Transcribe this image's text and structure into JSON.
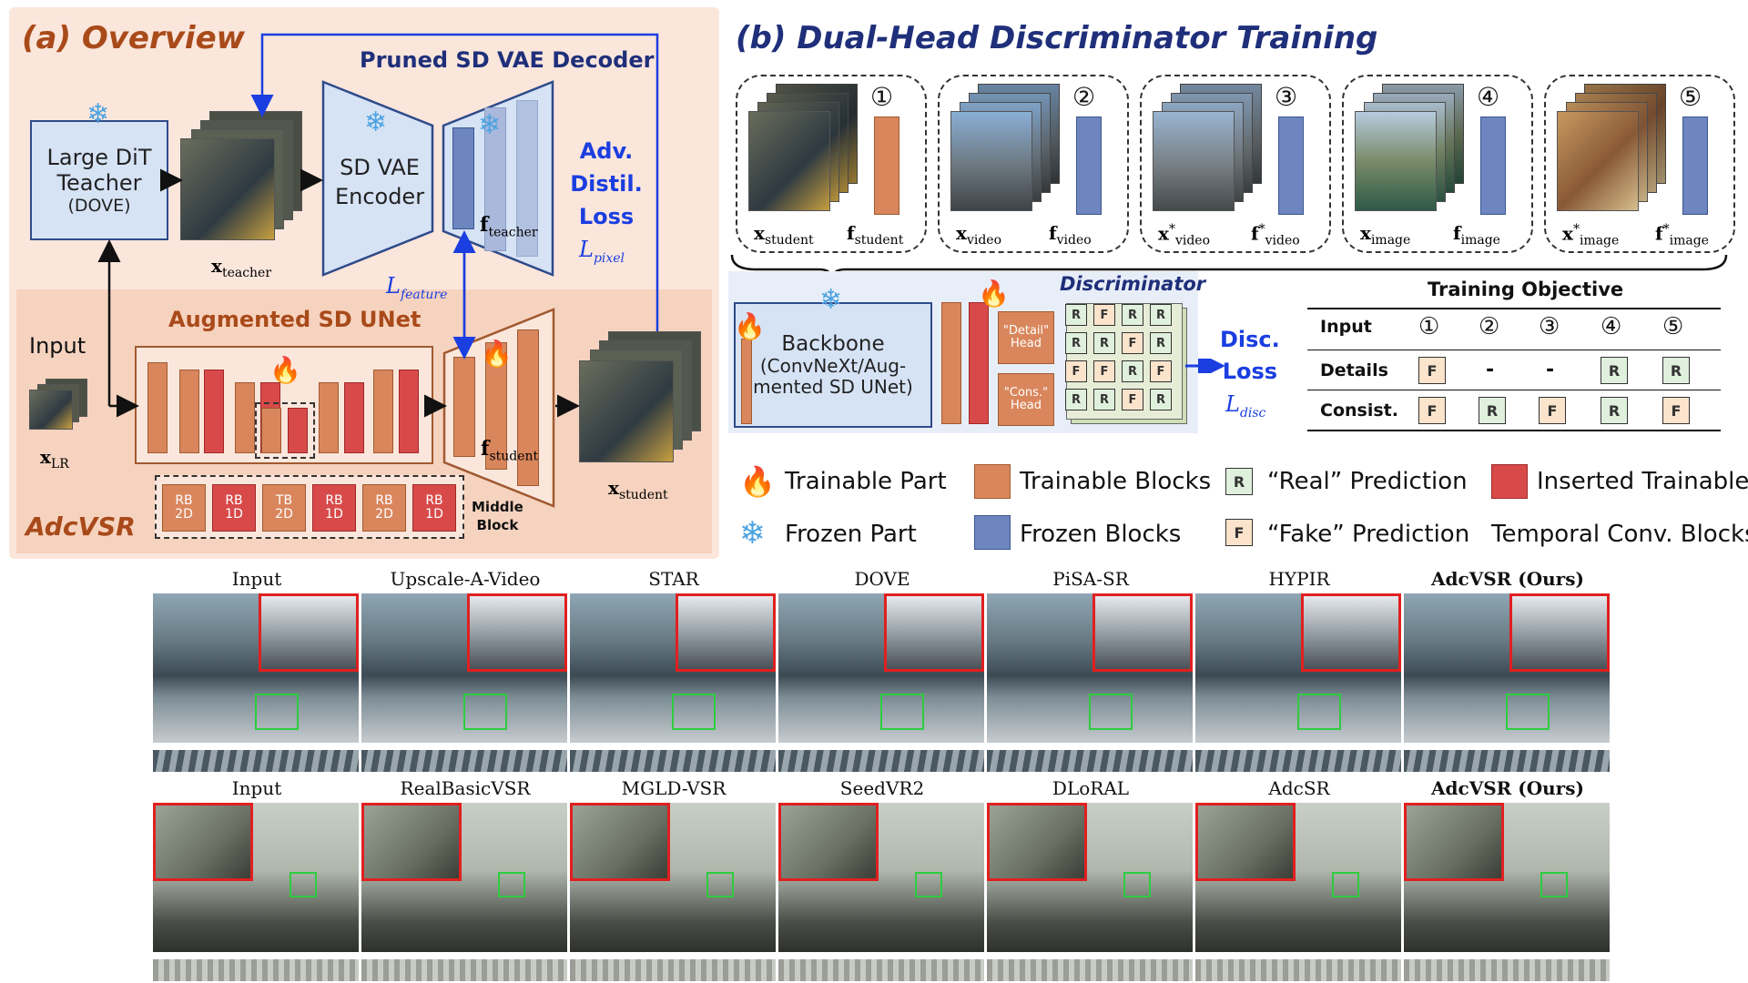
{
  "panel_a": {
    "title": "(a) Overview",
    "pruned_decoder_label": "Pruned SD VAE Decoder",
    "teacher_line1": "Large DiT",
    "teacher_line2": "Teacher",
    "teacher_line3": "(DOVE)",
    "vae_encoder_line1": "SD VAE",
    "vae_encoder_line2": "Encoder",
    "x_teacher": "x",
    "x_teacher_sub": "teacher",
    "f_teacher": "f",
    "f_teacher_sub": "teacher",
    "adv_line1": "Adv.",
    "adv_line2": "Distil.",
    "adv_line3": "Loss",
    "L_pixel": "L",
    "L_pixel_sub": "pixel",
    "L_feature": "L",
    "L_feature_sub": "feature",
    "augmented_unet": "Augmented SD UNet",
    "input_label": "Input",
    "x_lr": "x",
    "x_lr_sub": "LR",
    "f_student": "f",
    "f_student_sub": "student",
    "x_student": "x",
    "x_student_sub": "student",
    "middle_block_line1": "Middle",
    "middle_block_line2": "Block",
    "adcvsr": "AdcVSR",
    "mid_blocks": [
      {
        "line1": "RB",
        "line2": "2D",
        "kind": "orange"
      },
      {
        "line1": "RB",
        "line2": "1D",
        "kind": "red"
      },
      {
        "line1": "TB",
        "line2": "2D",
        "kind": "orange"
      },
      {
        "line1": "RB",
        "line2": "1D",
        "kind": "red"
      },
      {
        "line1": "RB",
        "line2": "2D",
        "kind": "orange"
      },
      {
        "line1": "RB",
        "line2": "1D",
        "kind": "red"
      }
    ]
  },
  "panel_b": {
    "title": "(b) Dual-Head Discriminator Training",
    "inputs": [
      {
        "num": "①",
        "x": "x",
        "x_sub": "student",
        "f": "f",
        "f_sub": "student",
        "star": false,
        "bar": "orange"
      },
      {
        "num": "②",
        "x": "x",
        "x_sub": "video",
        "f": "f",
        "f_sub": "video",
        "star": false,
        "bar": "blue"
      },
      {
        "num": "③",
        "x": "x",
        "x_sub": "video",
        "f": "f",
        "f_sub": "video",
        "star": true,
        "bar": "blue"
      },
      {
        "num": "④",
        "x": "x",
        "x_sub": "image",
        "f": "f",
        "f_sub": "image",
        "star": false,
        "bar": "blue"
      },
      {
        "num": "⑤",
        "x": "x",
        "x_sub": "image",
        "f": "f",
        "f_sub": "image",
        "star": true,
        "bar": "blue"
      }
    ],
    "star_sym": "*",
    "discriminator": "Discriminator",
    "backbone_line1": "Backbone",
    "backbone_line2": "(ConvNeXt/Aug-",
    "backbone_line3": "mented SD UNet)",
    "detail_head_line1": "\"Detail\"",
    "detail_head_line2": "Head",
    "cons_head_line1": "\"Cons.\"",
    "cons_head_line2": "Head",
    "grid": [
      [
        "R",
        "F",
        "R",
        "R"
      ],
      [
        "R",
        "R",
        "F",
        "R"
      ],
      [
        "F",
        "F",
        "R",
        "F"
      ],
      [
        "R",
        "R",
        "F",
        "R"
      ]
    ],
    "disc_line1": "Disc.",
    "disc_line2": "Loss",
    "L_disc": "L",
    "L_disc_sub": "disc",
    "objective": {
      "title": "Training Objective",
      "header": [
        "Input",
        "①",
        "②",
        "③",
        "④",
        "⑤"
      ],
      "rows": [
        {
          "label": "Details",
          "cells": [
            "F",
            "-",
            "-",
            "R",
            "R"
          ]
        },
        {
          "label": "Consist.",
          "cells": [
            "F",
            "R",
            "F",
            "R",
            "F"
          ]
        }
      ]
    }
  },
  "legend": {
    "trainable_part": "Trainable Part",
    "frozen_part": "Frozen Part",
    "trainable_blocks": "Trainable Blocks",
    "frozen_blocks": "Frozen Blocks",
    "real_pred": "“Real” Prediction",
    "fake_pred": "“Fake” Prediction",
    "inserted_line1": "Inserted Trainable",
    "inserted_line2": "Temporal Conv. Blocks",
    "R": "R",
    "F": "F"
  },
  "comparison_row1": [
    "Input",
    "Upscale-A-Video",
    "STAR",
    "DOVE",
    "PiSA-SR",
    "HYPIR",
    "AdcVSR (Ours)"
  ],
  "comparison_row2": [
    "Input",
    "RealBasicVSR",
    "MGLD-VSR",
    "SeedVR2",
    "DLoRAL",
    "AdcSR",
    "AdcVSR (Ours)"
  ],
  "colors": {
    "panel_a_bg": "#fbe6dc",
    "panel_b_bg": "#fdf6ee",
    "unet_bg": "#f6d3bf",
    "blue_title": "#1f2f7a",
    "orange_title": "#a94a1a",
    "arrow_blue": "#1a3ee0",
    "zoom_red": "#e02020",
    "zoom_green": "#2ecc40"
  }
}
